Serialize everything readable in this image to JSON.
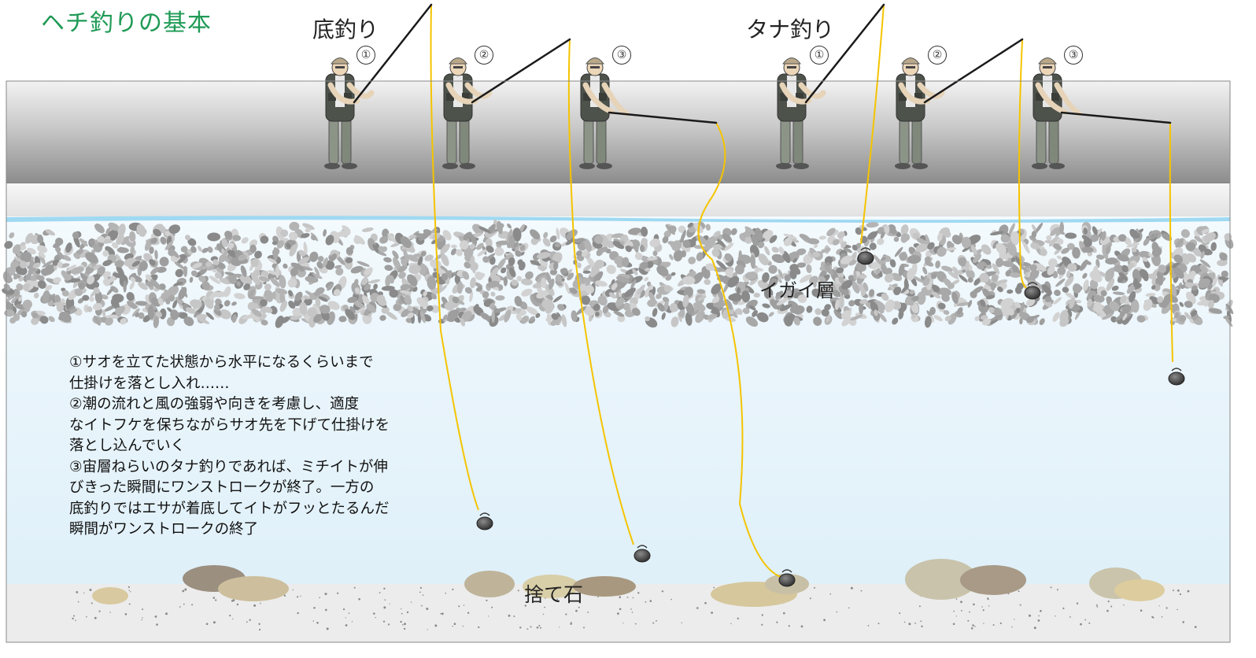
{
  "title": "ヘチ釣りの基本",
  "groups": [
    {
      "label": "底釣り",
      "steps": [
        "①",
        "②",
        "③"
      ]
    },
    {
      "label": "タナ釣り",
      "steps": [
        "①",
        "②",
        "③"
      ]
    }
  ],
  "layer_label": "イガイ層",
  "bottom_label": "捨て石",
  "notes": [
    "①サオを立てた状態から水平になるくらいまで",
    "仕掛けを落とし入れ……",
    "②潮の流れと風の強弱や向きを考慮し、適度",
    "なイトフケを保ちながらサオ先を下げて仕掛けを",
    "落とし込んでいく",
    "③宙層ねらいのタナ釣りであれば、ミチイトが伸",
    "びきった瞬間にワンストロークが終了。一方の",
    "底釣りではエサが着底してイトがフッとたるんだ",
    "瞬間がワンストロークの終了"
  ],
  "colors": {
    "title": "#1f9a55",
    "line": "#f5c400",
    "water_top": "#8fd3f0",
    "wall": "#9a9a9a",
    "mussel": "#b8b8b8"
  }
}
